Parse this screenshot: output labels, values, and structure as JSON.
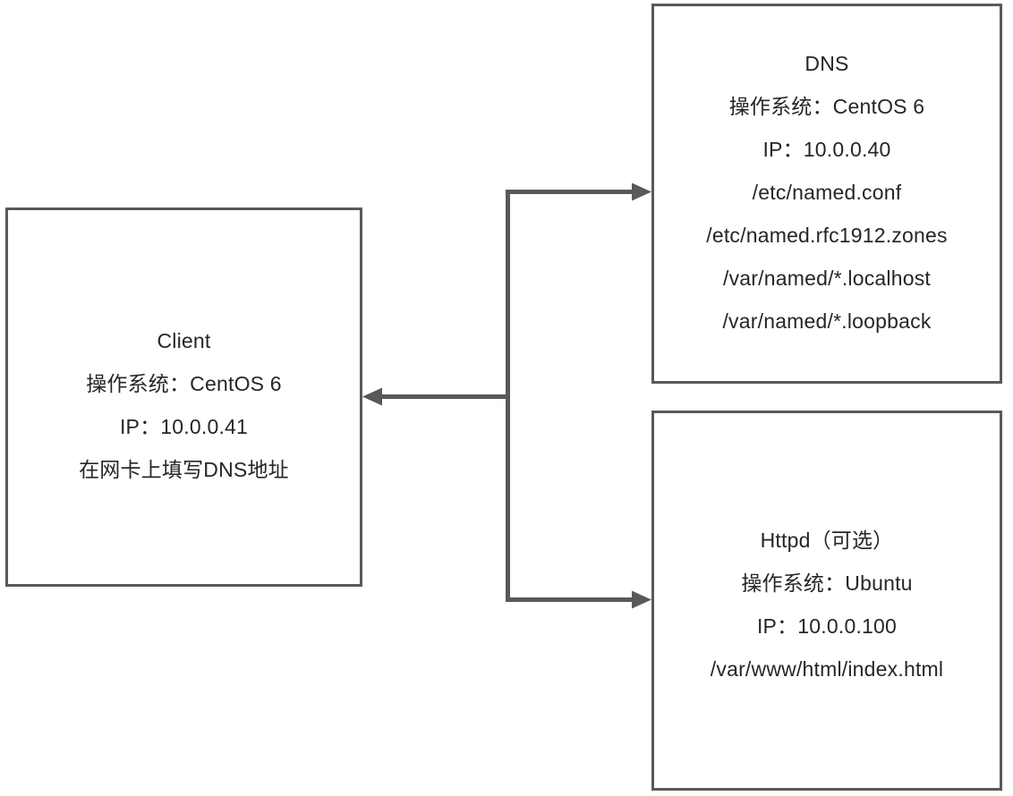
{
  "diagram": {
    "title": "DNS architecture diagram",
    "colors": {
      "border": "#595959",
      "connector": "#595959",
      "text": "#262626",
      "background": "#ffffff"
    },
    "nodes": {
      "dns": {
        "name": "DNS",
        "lines": [
          "DNS",
          "操作系统：CentOS 6",
          "IP：10.0.0.40",
          "/etc/named.conf",
          "/etc/named.rfc1912.zones",
          "/var/named/*.localhost",
          "/var/named/*.loopback"
        ]
      },
      "client": {
        "name": "Client",
        "lines": [
          "Client",
          "操作系统：CentOS 6",
          "IP：10.0.0.41",
          "在网卡上填写DNS地址"
        ]
      },
      "httpd": {
        "name": "Httpd",
        "lines": [
          "Httpd（可选）",
          "操作系统：Ubuntu",
          "IP：10.0.0.100",
          "/var/www/html/index.html"
        ]
      }
    },
    "connectors": [
      {
        "id": "trunk-to-dns",
        "from": "trunk",
        "to": "dns",
        "direction": "right"
      },
      {
        "id": "trunk-to-client",
        "from": "trunk",
        "to": "client",
        "direction": "left"
      },
      {
        "id": "trunk-to-httpd",
        "from": "trunk",
        "to": "httpd",
        "direction": "right"
      }
    ]
  }
}
